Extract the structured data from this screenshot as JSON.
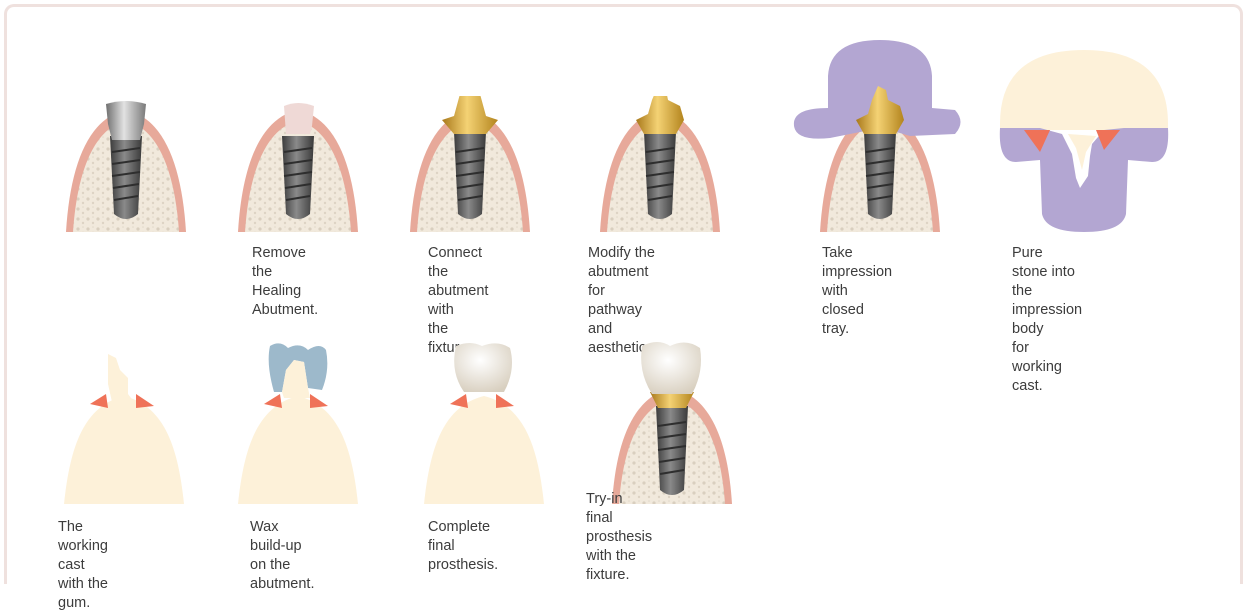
{
  "steps": [
    {
      "id": "healing",
      "caption": ""
    },
    {
      "id": "remove",
      "caption": "Remove the\nHealing Abutment."
    },
    {
      "id": "connect",
      "caption": "Connect the\nabutment with\nthe fixture."
    },
    {
      "id": "modify",
      "caption": "Modify the abutment for\npathway and aesthetics."
    },
    {
      "id": "impression",
      "caption": "Take impression\nwith closed tray."
    },
    {
      "id": "stone",
      "caption": "Pure stone into the\nimpression body\nfor working cast."
    },
    {
      "id": "cast",
      "caption": "The working cast\nwith the gum."
    },
    {
      "id": "wax",
      "caption": "Wax build-up\non the abutment."
    },
    {
      "id": "final",
      "caption": "Complete final\nprosthesis."
    },
    {
      "id": "tryin",
      "caption": "Try-in final prosthesis\nwith the fixture."
    }
  ],
  "colors": {
    "gum": "#e7a99a",
    "bone": "#f3ece0",
    "cast": "#fdf1d9",
    "tray": "#b3a6d2",
    "gum_mask": "#ef7258",
    "wax": "#9db9cb",
    "gold": "#d9a92b",
    "fixture": "#5d5d5d"
  }
}
